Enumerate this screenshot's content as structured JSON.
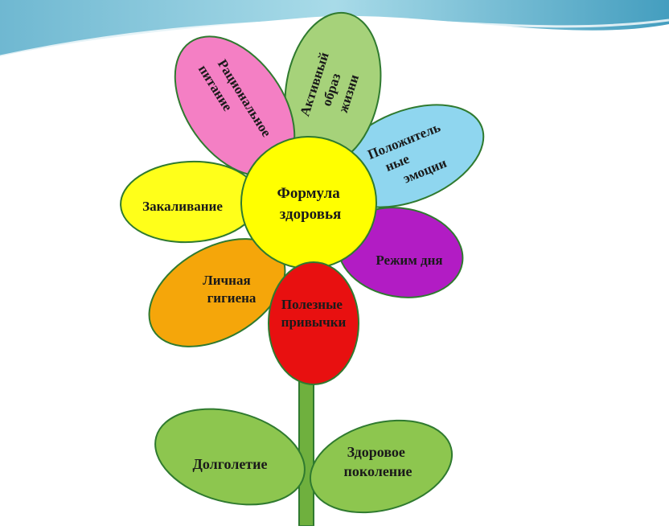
{
  "center": {
    "lines": [
      "Формула",
      "здоровья"
    ]
  },
  "petals": [
    {
      "key": "ration",
      "lines": [
        "Рациональное",
        "питание"
      ],
      "color": "#f47fc4"
    },
    {
      "key": "active",
      "lines": [
        "Активный",
        "образ",
        "жизни"
      ],
      "color": "#a6d27a"
    },
    {
      "key": "emotions",
      "lines": [
        "Положитель",
        "ные",
        "эмоции"
      ],
      "color": "#8fd6ef"
    },
    {
      "key": "zakal",
      "lines": [
        "Закаливание"
      ],
      "color": "#ffff1a"
    },
    {
      "key": "rezhim",
      "lines": [
        "Режим дня"
      ],
      "color": "#b21cc4"
    },
    {
      "key": "gigiena",
      "lines": [
        "Личная",
        "гигиена"
      ],
      "color": "#f5a60a"
    },
    {
      "key": "privychki",
      "lines": [
        "Полезные",
        "привычки"
      ],
      "color": "#e81010"
    }
  ],
  "leaves": [
    {
      "key": "dolgoletie",
      "lines": [
        "Долголетие"
      ],
      "color": "#8dc64f"
    },
    {
      "key": "pokolenie",
      "lines": [
        "Здоровое",
        "поколение"
      ],
      "color": "#8dc64f"
    }
  ],
  "colors": {
    "center": "#ffff00",
    "stem": "#6fb03e",
    "outline": "#2f7a2f",
    "banner": "#7fc4d8"
  }
}
